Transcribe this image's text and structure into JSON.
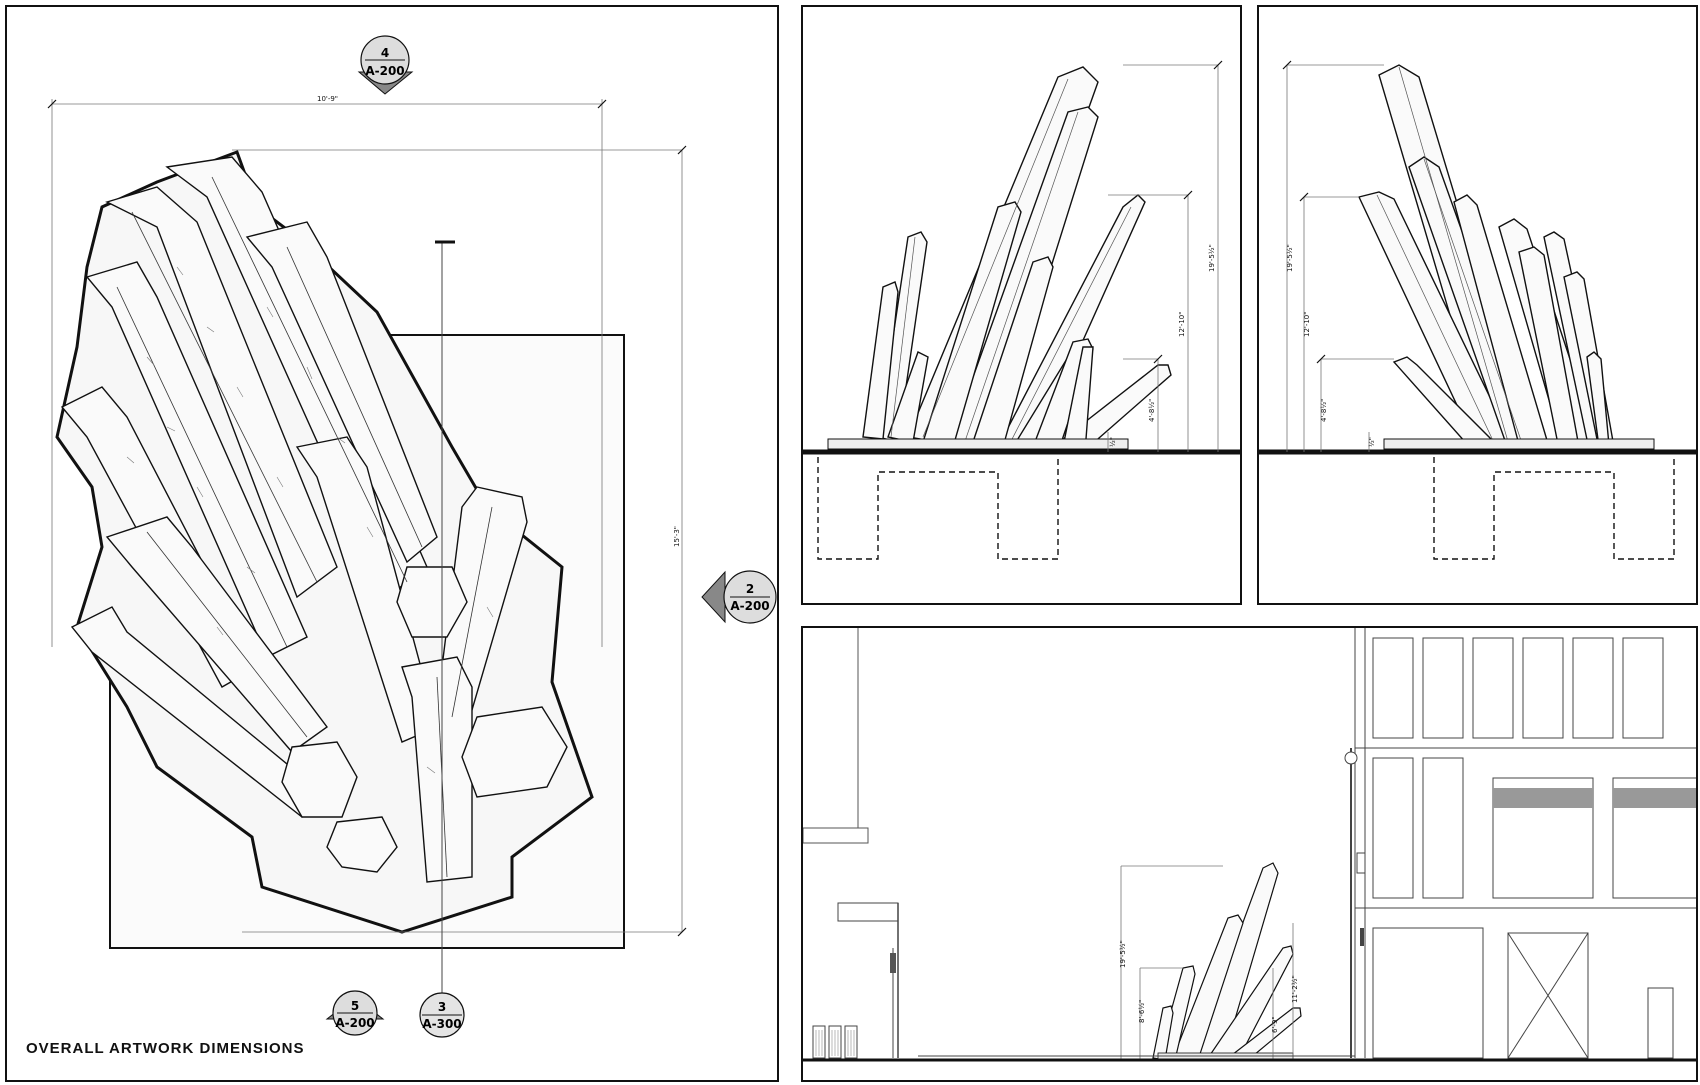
{
  "sheet": {
    "title": "OVERALL ARTWORK DIMENSIONS"
  },
  "plan": {
    "section_tags": [
      {
        "number": "4",
        "sheet": "A-200"
      },
      {
        "number": "2",
        "sheet": "A-200"
      },
      {
        "number": "5",
        "sheet": "A-200"
      },
      {
        "number": "3",
        "sheet": "A-300"
      }
    ],
    "dimensions": {
      "width": "10'-9\"",
      "depth": "15'-3\""
    }
  },
  "elevation_a": {
    "dimensions": [
      "19'-5½\"",
      "12'-10\"",
      "4'-8½\"",
      "½\""
    ]
  },
  "elevation_b": {
    "dimensions": [
      "19'-5½\"",
      "12'-10\"",
      "4'-8½\"",
      "½\""
    ]
  },
  "street": {
    "dimensions": [
      "19'-5½\"",
      "8'-6½\"",
      "6'-9\"",
      "11'-2½\""
    ]
  }
}
